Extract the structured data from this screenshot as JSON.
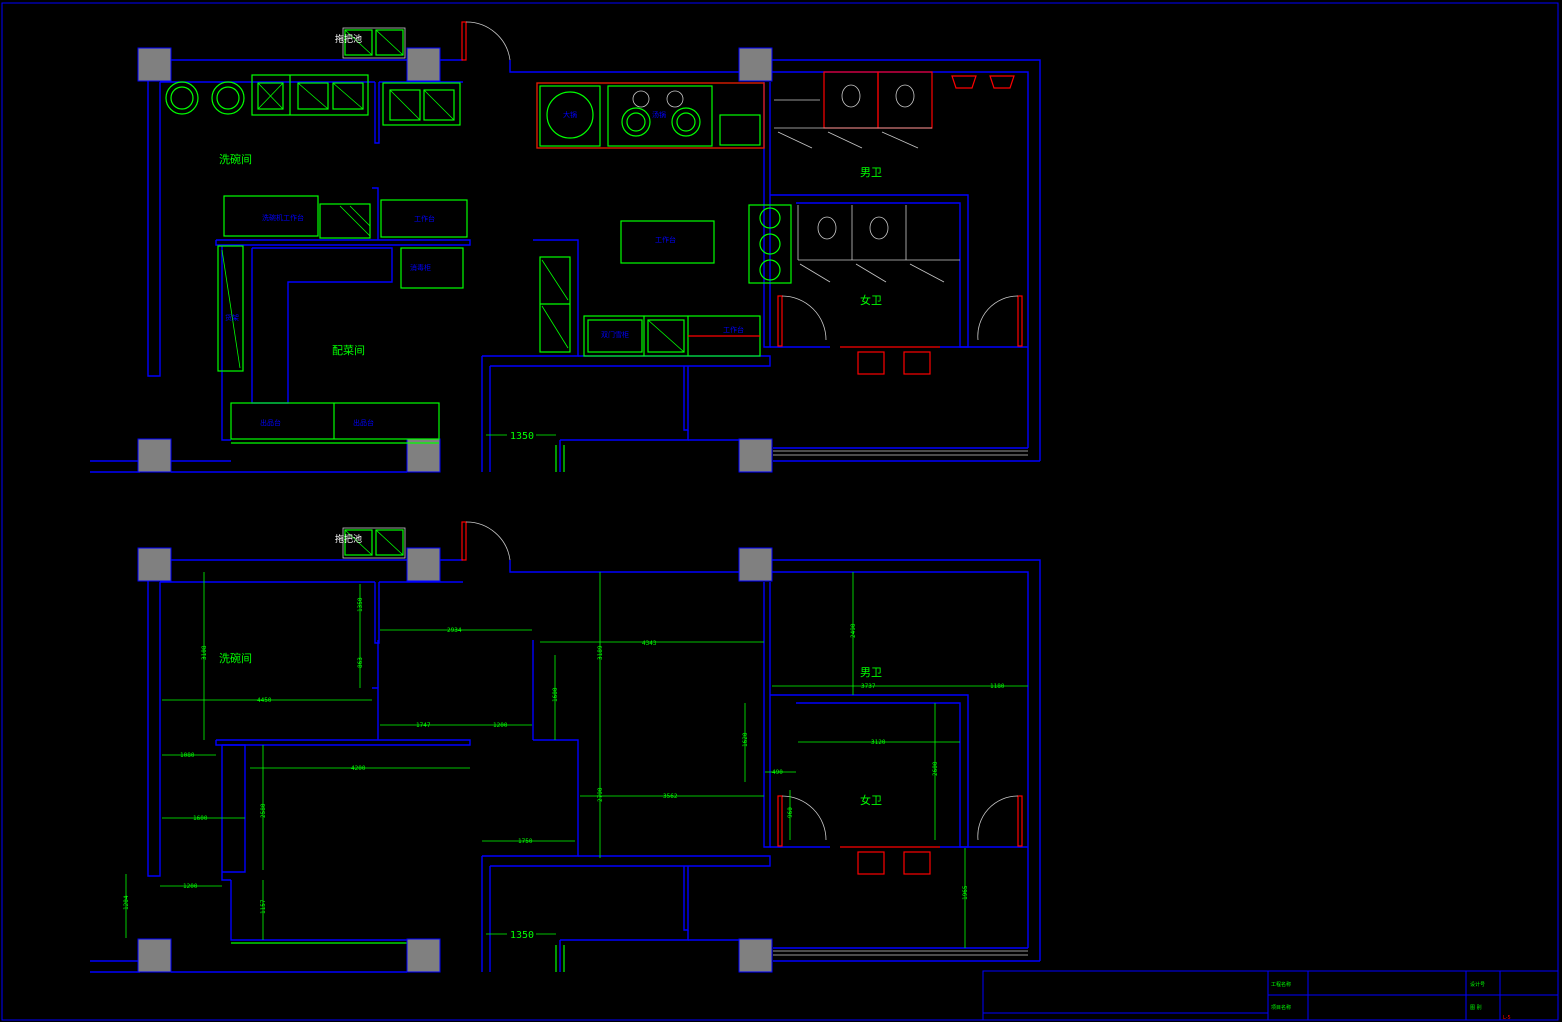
{
  "drawing": {
    "border_color": "#0000ff",
    "wall_color": "#0000ff",
    "equipment_color": "#00ff00",
    "door_color": "#ff0000",
    "column_color": "#808080"
  },
  "top_plan": {
    "rooms": {
      "dishwashing": "洗碗间",
      "prep_room": "配菜间",
      "mens_toilet": "男卫",
      "womens_toilet": "女卫"
    },
    "equipment": {
      "mop_sink": "拖把池",
      "stove_large": "大锅",
      "stove_pot": "汤锅",
      "workbench_1": "工作台",
      "workbench_2": "工作台",
      "workbench_3": "工作台",
      "disinfect_cabinet": "消毒柜",
      "dishwasher_table": "洗碗机工作台",
      "serving_table_1": "出品台",
      "serving_table_2": "出品台",
      "double_door_fridge": "双门雪柜",
      "shelf": "货架"
    },
    "dimension": "1350"
  },
  "bottom_plan": {
    "rooms": {
      "dishwashing": "洗碗间",
      "mens_toilet": "男卫",
      "womens_toilet": "女卫"
    },
    "equipment": {
      "mop_sink": "拖把池"
    },
    "dimensions": {
      "d1350b": "1350",
      "d1350s": "1350",
      "d2934": "2934",
      "d4343": "4343",
      "d3108a": "3108",
      "d3189": "3189",
      "d863": "863",
      "d4450": "4450",
      "d1747": "1747",
      "d1200a": "1200",
      "d1600a": "1600",
      "d1080": "1080",
      "d4200": "4200",
      "d2580": "2580",
      "d1600b": "1600",
      "d1200b": "1200",
      "d1204": "1204",
      "d1157": "1157",
      "d1750": "1750",
      "d2790": "2790",
      "d3562": "3562",
      "d2490": "2490",
      "d3737": "3737",
      "d1180": "1180",
      "d1620": "1620",
      "d490": "490",
      "d3120": "3120",
      "d2600": "2600",
      "d960": "960",
      "d1965": "1965"
    }
  },
  "title_block": {
    "cell1": "工程名称",
    "cell2": "项目名称",
    "cell3": "设计号",
    "cell4": "图 别",
    "cell5": "L-5"
  }
}
